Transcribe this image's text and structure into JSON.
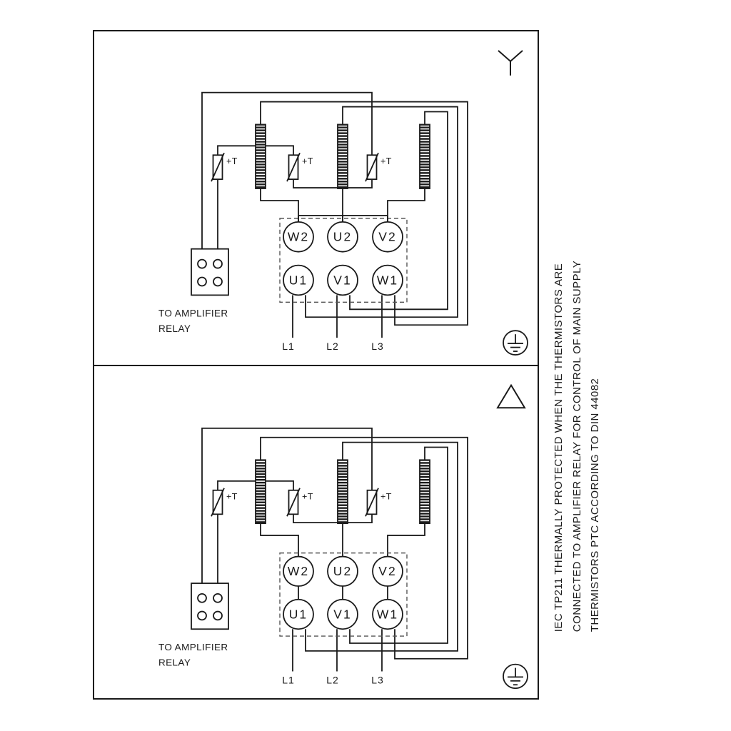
{
  "sheet": {
    "background": "#ffffff",
    "line_color": "#1a1a1a"
  },
  "panels": [
    {
      "name": "star-connection",
      "connection_symbol": "star",
      "thermistor_labels": [
        "+T",
        "+T",
        "+T"
      ],
      "relay_note": [
        "TO AMPLIFIER",
        "RELAY"
      ],
      "terminals_top": [
        "W2",
        "U2",
        "V2"
      ],
      "terminals_bottom": [
        "U1",
        "V1",
        "W1"
      ],
      "supply_labels": [
        "L1",
        "L2",
        "L3"
      ]
    },
    {
      "name": "delta-connection",
      "connection_symbol": "delta",
      "thermistor_labels": [
        "+T",
        "+T",
        "+T"
      ],
      "relay_note": [
        "TO AMPLIFIER",
        "RELAY"
      ],
      "terminals_top": [
        "W2",
        "U2",
        "V2"
      ],
      "terminals_bottom": [
        "U1",
        "V1",
        "W1"
      ],
      "supply_labels": [
        "L1",
        "L2",
        "L3"
      ]
    }
  ],
  "side_note": {
    "lines": [
      "IEC TP211 THERMALLY PROTECTED WHEN THE THERMISTORS ARE",
      "CONNECTED TO AMPLIFIER RELAY FOR CONTROL OF MAIN SUPPLY",
      "THERMISTORS PTC ACCORDING TO DIN 44082"
    ]
  }
}
